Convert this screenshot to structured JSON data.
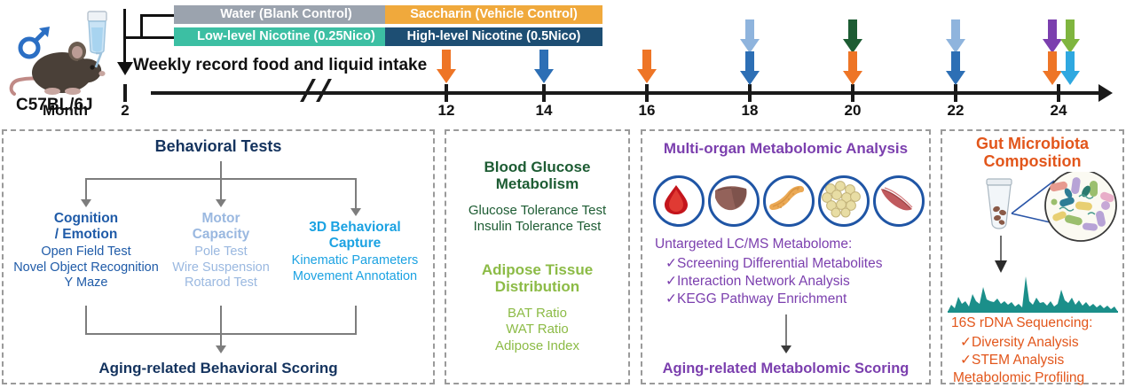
{
  "organism": {
    "strain_label": "C57BL/6J",
    "sex_icon": "male-symbol",
    "mouse_icon": "mouse-illustration",
    "bottle_icon": "water-bottle-icon"
  },
  "legend": {
    "groups": [
      {
        "name": "water",
        "label": "Water (Blank Control)",
        "color": "#9ba3ae",
        "text_color": "#ffffff"
      },
      {
        "name": "low-nico",
        "label": "Low-level Nicotine (0.25Nico)",
        "color": "#3cbfa3",
        "text_color": "#ffffff"
      },
      {
        "name": "saccharin",
        "label": "Saccharin (Vehicle Control)",
        "color": "#f0a93c",
        "text_color": "#ffffff"
      },
      {
        "name": "high-nico",
        "label": "High-level Nicotine (0.5Nico)",
        "color": "#1d4e73",
        "text_color": "#ffffff"
      }
    ]
  },
  "timeline": {
    "axis_label": "Month",
    "ticks": [
      "2",
      "12",
      "14",
      "16",
      "18",
      "20",
      "22",
      "24"
    ],
    "break_after": "2",
    "weekly_note": "Weekly record food and liquid intake",
    "events": [
      {
        "month": "12",
        "arrows": [
          {
            "color": "#ee7526",
            "name": "behavior-arrow"
          }
        ]
      },
      {
        "month": "14",
        "arrows": [
          {
            "color": "#2d6fb5",
            "name": "glucose-arrow"
          }
        ]
      },
      {
        "month": "16",
        "arrows": [
          {
            "color": "#ee7526",
            "name": "behavior-arrow"
          }
        ]
      },
      {
        "month": "18",
        "arrows": [
          {
            "color": "#8fb4dd",
            "name": "adipose-arrow"
          },
          {
            "color": "#2d6fb5",
            "name": "glucose-arrow"
          }
        ]
      },
      {
        "month": "20",
        "arrows": [
          {
            "color": "#1d5c33",
            "name": "metabolome-arrow"
          },
          {
            "color": "#ee7526",
            "name": "behavior-arrow"
          }
        ]
      },
      {
        "month": "22",
        "arrows": [
          {
            "color": "#8fb4dd",
            "name": "adipose-arrow"
          },
          {
            "color": "#2d6fb5",
            "name": "glucose-arrow"
          }
        ]
      },
      {
        "month": "24",
        "arrows": [
          {
            "color": "#7b3fae",
            "name": "microbiota-arrow"
          },
          {
            "color": "#7fb53f",
            "name": "adipose2-arrow"
          },
          {
            "color": "#ee7526",
            "name": "behavior-arrow"
          },
          {
            "color": "#2fa8e0",
            "name": "capture-arrow"
          }
        ]
      }
    ]
  },
  "panels": {
    "behavioral": {
      "title": "Behavioral Tests",
      "title_color": "#14335e",
      "columns": [
        {
          "name": "cognition",
          "heading": "Cognition\n/ Emotion",
          "heading_line1": "Cognition",
          "heading_line2": "/ Emotion",
          "color": "#1f5ba8",
          "items": [
            "Open Field Test",
            "Novel Object Recognition",
            "Y Maze"
          ]
        },
        {
          "name": "motor",
          "heading_line1": "Motor",
          "heading_line2": "Capacity",
          "color": "#9ab8e0",
          "items": [
            "Pole Test",
            "Wire Suspension",
            "Rotarod Test"
          ]
        },
        {
          "name": "capture-3d",
          "heading_line1": "3D Behavioral",
          "heading_line2": "Capture",
          "color": "#1ba2e2",
          "items": [
            "Kinematic Parameters",
            "Movement Annotation"
          ]
        }
      ],
      "footer": "Aging-related Behavioral Scoring",
      "footer_color": "#14335e"
    },
    "glucose": {
      "title_line1": "Blood Glucose",
      "title_line2": "Metabolism",
      "title_color": "#1d5c33",
      "items": [
        "Glucose Tolerance Test",
        "Insulin Tolerance Test"
      ],
      "title2_line1": "Adipose Tissue",
      "title2_line2": "Distribution",
      "title2_color": "#8cbb46",
      "items2": [
        "BAT Ratio",
        "WAT Ratio",
        "Adipose Index"
      ]
    },
    "metabolomic": {
      "title": "Multi-organ Metabolomic Analysis",
      "title_color": "#7b3fae",
      "organs": [
        "blood-drop-icon",
        "liver-icon",
        "pancreas-icon",
        "adipose-icon",
        "muscle-icon"
      ],
      "lead": "Untargeted LC/MS Metabolome:",
      "checks": [
        "Screening Differential Metabolites",
        "Interaction Network Analysis",
        "KEGG Pathway Enrichment"
      ],
      "footer": "Aging-related Metabolomic Scoring"
    },
    "microbiota": {
      "title_line1": "Gut Microbiota",
      "title_line2": "Composition",
      "title_color": "#e2561b",
      "tube_icon": "feces-tube-icon",
      "magnifier_icon": "bacteria-magnification-icon",
      "spectrum_icon": "sequencing-spectrum-icon",
      "lead": "16S rDNA Sequencing:",
      "checks": [
        "Diversity Analysis",
        "STEM Analysis"
      ],
      "extra": "Metabolomic Profiling",
      "spectrum_color": "#1b8f8a"
    }
  }
}
